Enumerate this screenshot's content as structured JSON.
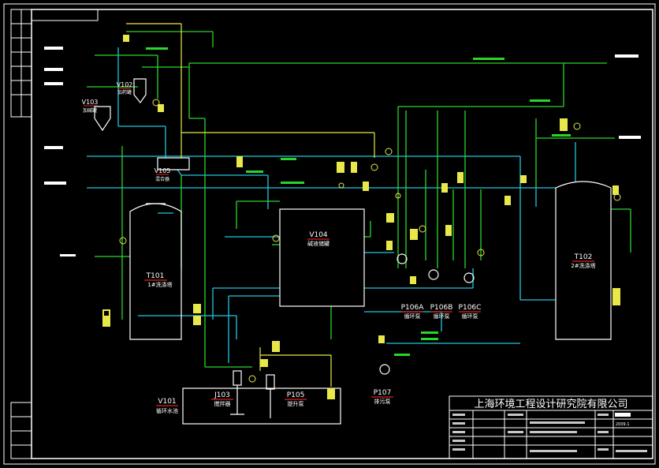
{
  "company": "上海环境工程设计研究院有限公司",
  "colors": {
    "background": "#000000",
    "pipe_cyan": "#22c7e0",
    "pipe_green": "#2ad62a",
    "pipe_yellow": "#e8e84a",
    "equipment": "#ffffff",
    "tag_red": "#e02020",
    "instrument": "#e8e84a"
  },
  "equipment": {
    "t101": {
      "tag": "T101",
      "name": "1#洗涤塔"
    },
    "t102": {
      "tag": "T102",
      "name": "2#洗涤塔"
    },
    "v104": {
      "tag": "V104",
      "name": "碱液储罐"
    },
    "v103": {
      "tag": "V103",
      "name": "加碱罐"
    },
    "v102": {
      "tag": "V102",
      "name": "加药罐"
    },
    "v105": {
      "tag": "V105",
      "name": "混合器"
    },
    "v101": {
      "tag": "V101",
      "name": "循环水池"
    },
    "j103": {
      "tag": "J103",
      "name": "搅拌器"
    },
    "p105": {
      "tag": "P105",
      "name": "提升泵"
    },
    "p106a": {
      "tag": "P106A",
      "name": "循环泵"
    },
    "p106b": {
      "tag": "P106B",
      "name": "循环泵"
    },
    "p106c": {
      "tag": "P106C",
      "name": "循环泵"
    },
    "p107": {
      "tag": "P107",
      "name": "排污泵"
    }
  },
  "title_block": {
    "date": "2009.1"
  }
}
